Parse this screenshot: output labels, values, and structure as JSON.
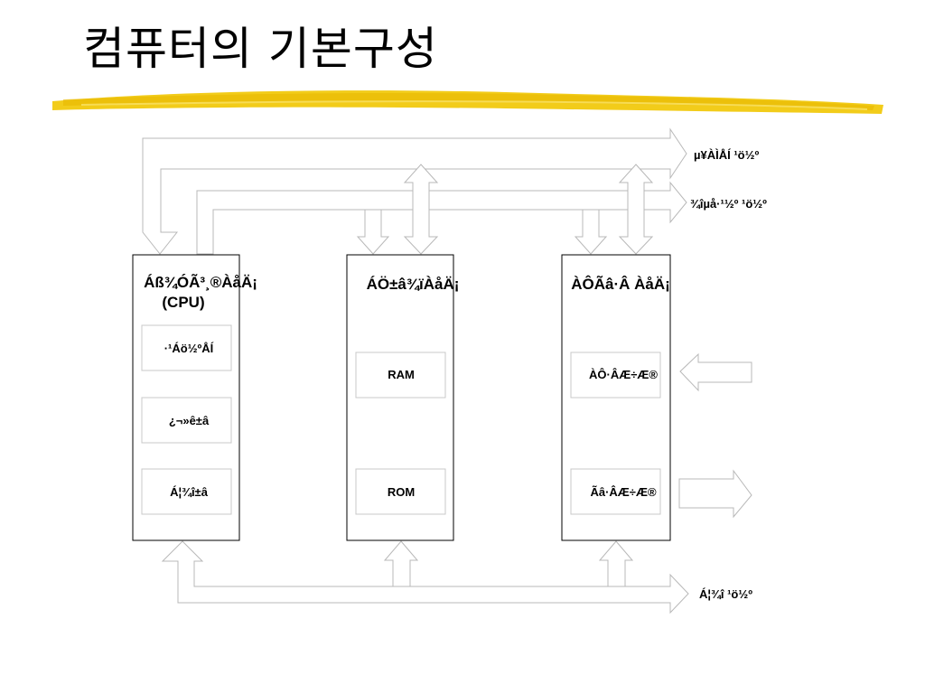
{
  "slide": {
    "title": "컴퓨터의 기본구성"
  },
  "buses": {
    "top": "µ¥ÀÌÅÍ ¹ö½º",
    "middle": "¾îµå·¹½º ¹ö½º",
    "bottom": "Á¦¾î ¹ö½º"
  },
  "units": {
    "cpu": {
      "title_line1": "Áß¾ÓÃ³¸®ÀåÄ¡",
      "title_line2": "(CPU)",
      "components": [
        "·¹Áö½ºÅÍ",
        "¿¬»ê±â",
        "Á¦¾î±â"
      ]
    },
    "memory": {
      "title": "ÁÖ±â¾ïÀåÄ¡",
      "components": [
        "RAM",
        "ROM"
      ]
    },
    "io": {
      "title": "ÀÔÃâ·Â ÀåÄ¡",
      "components": [
        "ÀÔ·ÂÆ÷Æ®",
        "Ãâ·ÂÆ÷Æ®"
      ]
    }
  },
  "colors": {
    "line": "#b8b8b8",
    "box_border": "#000000",
    "component_border": "#c8c8c8",
    "highlight": "#f2cc1a",
    "highlight_dark": "#e8b800"
  }
}
